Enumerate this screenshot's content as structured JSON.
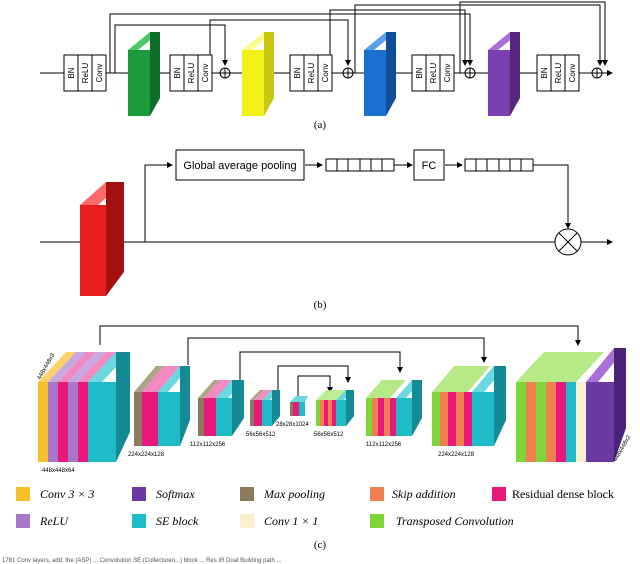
{
  "panel_a": {
    "caption": "(a)",
    "unit": [
      "BN",
      "ReLU",
      "Conv"
    ],
    "colors": {
      "green": "#1a9a3a",
      "yellow": "#f2f21a",
      "blue": "#1a6fcf",
      "purple": "#7a3fb0"
    }
  },
  "panel_b": {
    "caption": "(b)",
    "gap_label": "Global average pooling",
    "fc_label": "FC",
    "color": "#e61e1e"
  },
  "panel_c": {
    "caption": "(c)",
    "dims": {
      "in": "448x448x3",
      "d1": "448x448x64",
      "d2": "224x224x128",
      "d3": "112x112x256",
      "d4": "56x56x512",
      "d5": "28x28x1024",
      "u4": "56x56x512",
      "u3": "112x112x256",
      "u2": "224x224x128",
      "out": "448x448x2"
    }
  },
  "legend": [
    {
      "label": "Conv 3 × 3",
      "color": "#f5c02a"
    },
    {
      "label": "Softmax",
      "color": "#6a3aa0"
    },
    {
      "label": "Max pooling",
      "color": "#8b7a5e"
    },
    {
      "label": "Skip addition",
      "color": "#f08050"
    },
    {
      "label": "Residual dense block",
      "color": "#e8197a"
    },
    {
      "label": "ReLU",
      "color": "#a878c8"
    },
    {
      "label": "SE block",
      "color": "#1fbcc8"
    },
    {
      "label": "Conv 1 × 1",
      "color": "#fbf0cf"
    },
    {
      "label": "Transposed Convolution",
      "color": "#7ed63a"
    }
  ],
  "footnote": "1781 Conv layers, add, the (ASP) ... Convolution SE (Collecturen...) block ... Res IR Dual Building path ..."
}
